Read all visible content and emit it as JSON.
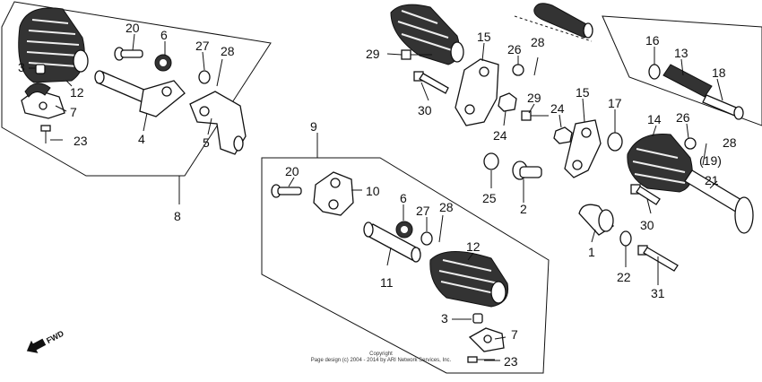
{
  "callouts": {
    "c20a": "20",
    "c6a": "6",
    "c27a": "27",
    "c28a": "28",
    "c3a": "3",
    "c12a": "12",
    "c7a": "7",
    "c4": "4",
    "c23a": "23",
    "c5": "5",
    "c8": "8",
    "c9": "9",
    "c20b": "20",
    "c10": "10",
    "c6b": "6",
    "c27b": "27",
    "c28b": "28",
    "c11": "11",
    "c12b": "12",
    "c3b": "3",
    "c7b": "7",
    "c23b": "23",
    "c29a": "29",
    "c15a": "15",
    "c26a": "26",
    "c28c": "28",
    "c30a": "30",
    "c29b": "29",
    "c24a": "24",
    "c24b": "24",
    "c15b": "15",
    "c17": "17",
    "c25": "25",
    "c2": "2",
    "c16": "16",
    "c13": "13",
    "c18": "18",
    "c14": "14",
    "c26b": "26",
    "c28d": "28",
    "c19": "(19)",
    "c21": "21",
    "c30b": "30",
    "c1": "1",
    "c22": "22",
    "c31": "31"
  },
  "fwd_label": "FWD",
  "copyright_line1": "Copyright",
  "copyright_line2": "Page design (c) 2004 - 2014 by ARI Network Services, Inc."
}
